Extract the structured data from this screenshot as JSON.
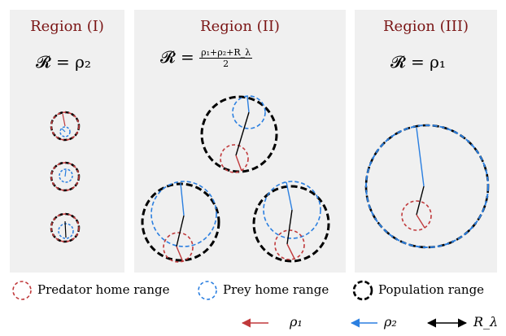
{
  "regions": [
    {
      "title": "Region (I)",
      "formula_lhs": "𝓡 = ",
      "formula_rhs": "ρ₂"
    },
    {
      "title": "Region (II)",
      "formula_lhs": "𝓡 = ",
      "numerator": "ρ₁+ρ₂+R_λ",
      "denominator": "2"
    },
    {
      "title": "Region (III)",
      "formula_lhs": "𝓡 = ",
      "formula_rhs": "ρ₁"
    }
  ],
  "legend": {
    "predator": "Predator home range",
    "prey": "Prey home range",
    "population": "Population range"
  },
  "keys": {
    "rho1": "ρ₁",
    "rho2": "ρ₂",
    "rlambda": "R_λ"
  },
  "colors": {
    "predator": "#c0393b",
    "prey": "#2b7fe0",
    "population": "#000000",
    "title": "#7a1515",
    "panel": "#f0f0f0"
  }
}
